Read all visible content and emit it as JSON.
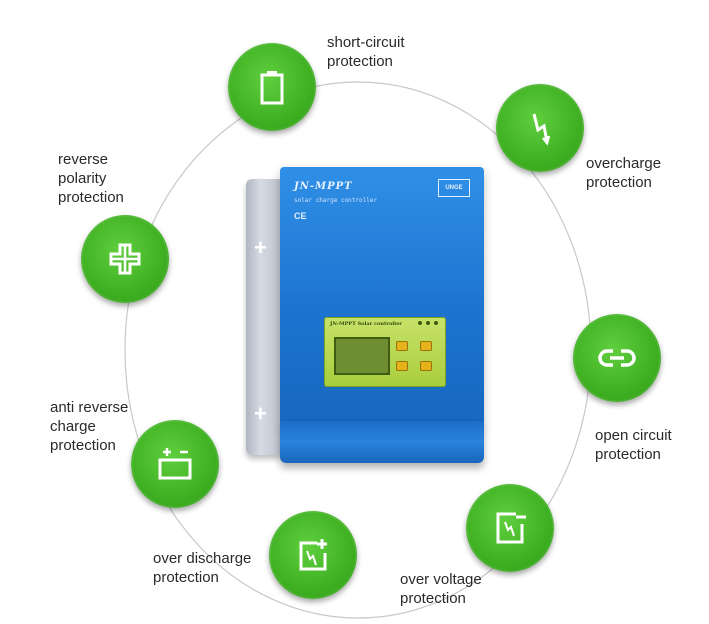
{
  "product": {
    "brand": "JN-MPPT",
    "subtitle": "solar charge controller",
    "ce_mark": "CE",
    "logo": "UNGE",
    "lcd_title": "JN-MPPT Solar controller",
    "body_color": "#1d74d0",
    "panel_color": "#a8cd3c"
  },
  "features": [
    {
      "label": "short-circuit\nprotection",
      "icon": "battery-icon"
    },
    {
      "label": "overcharge\nprotection",
      "icon": "lightning-icon"
    },
    {
      "label": "open circuit\nprotection",
      "icon": "link-icon"
    },
    {
      "label": "over voltage\nprotection",
      "icon": "battery-lightning-minus-icon"
    },
    {
      "label": "over discharge\nprotection",
      "icon": "battery-lightning-plus-icon"
    },
    {
      "label": "anti reverse\ncharge\nprotection",
      "icon": "battery-plus-minus-icon"
    },
    {
      "label": "reverse\npolarity\nprotection",
      "icon": "cross-shape-icon"
    }
  ],
  "colors": {
    "accent_green": "#3fb022",
    "ring": "#c8c8c8"
  }
}
